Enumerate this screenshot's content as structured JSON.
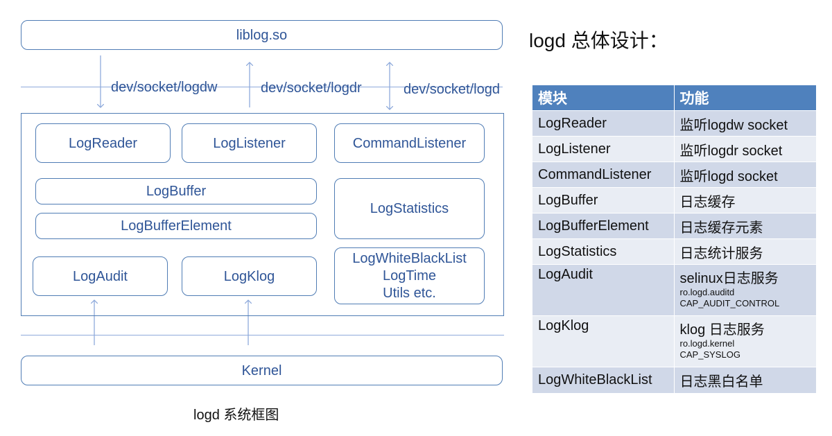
{
  "title": "logd 总体设计：",
  "diagram": {
    "liblog": "liblog.so",
    "socket_logdw": "dev/socket/logdw",
    "socket_logdr": "dev/socket/logdr",
    "socket_logd": "dev/socket/logd",
    "modules": {
      "log_reader": "LogReader",
      "log_listener": "LogListener",
      "command_listener": "CommandListener",
      "log_buffer": "LogBuffer",
      "log_buffer_element": "LogBufferElement",
      "log_statistics": "LogStatistics",
      "log_audit": "LogAudit",
      "log_klog": "LogKlog",
      "misc_line1": "LogWhiteBlackList",
      "misc_line2": "LogTime",
      "misc_line3": "Utils etc."
    },
    "kernel": "Kernel",
    "caption": "logd 系统框图"
  },
  "table": {
    "headers": [
      "模块",
      "功能"
    ],
    "rows": [
      {
        "module": "LogReader",
        "function": "监听logdw socket",
        "details": []
      },
      {
        "module": "LogListener",
        "function": "监听logdr socket",
        "details": []
      },
      {
        "module": "CommandListener",
        "function": "监听logd socket",
        "details": []
      },
      {
        "module": "LogBuffer",
        "function": "日志缓存",
        "details": []
      },
      {
        "module": "LogBufferElement",
        "function": "日志缓存元素",
        "details": []
      },
      {
        "module": "LogStatistics",
        "function": "日志统计服务",
        "details": []
      },
      {
        "module": "LogAudit",
        "function": "selinux日志服务",
        "details": [
          "ro.logd.auditd",
          "CAP_AUDIT_CONTROL"
        ]
      },
      {
        "module": "LogKlog",
        "function": "klog 日志服务",
        "details": [
          "ro.logd.kernel",
          "CAP_SYSLOG"
        ]
      },
      {
        "module": "LogWhiteBlackList",
        "function": "日志黑白名单",
        "details": []
      }
    ]
  },
  "colors": {
    "diagram_stroke": "#4f7cb4",
    "diagram_text": "#2f5597",
    "table_header": "#4f81bd",
    "row_odd": "#d0d8e8",
    "row_even": "#e9edf4"
  }
}
